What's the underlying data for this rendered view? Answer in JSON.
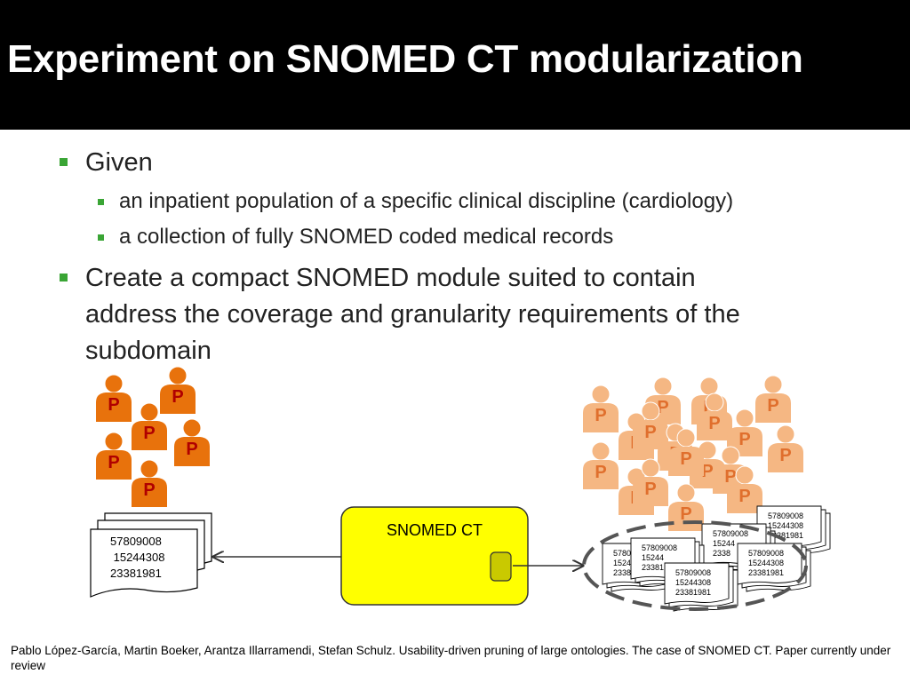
{
  "slide": {
    "title": "Experiment on SNOMED CT modularization",
    "bullets": [
      {
        "text": "Given"
      },
      {
        "text": "an inpatient population of a specific clinical discipline (cardiology)"
      },
      {
        "text": "a collection of fully SNOMED coded medical records"
      },
      {
        "lines": [
          "Create a compact SNOMED module suited to contain",
          "address the coverage and granularity requirements of the",
          "subdomain"
        ]
      }
    ],
    "colors": {
      "bullet": "#3aa535",
      "patient_icon": "#e8720c",
      "patient_faded": "#f5b783",
      "snomed_box": "#ffff00",
      "title_bg": "#000000"
    },
    "footer": "Pablo López-García, Martin Boeker, Arantza Illarramendi, Stefan Schulz. Usability-driven pruning of large ontologies. The case of SNOMED CT. Paper currently under review"
  },
  "diagram": {
    "patient_letter": "P",
    "snomed_label": "SNOMED CT",
    "record_codes": [
      "57809008",
      "15244308",
      "23381981"
    ],
    "record_codes_left_indented": [
      "57809008",
      " 15244308",
      "23381981"
    ],
    "small_record_visible_variants": [
      [
        "5780",
        "1524",
        "2338"
      ],
      [
        "57809008",
        "15244",
        "23381"
      ],
      [
        "57809008",
        "15244",
        "2338"
      ]
    ],
    "icon_names": [
      "person-icon",
      "document-icon",
      "arrow-icon",
      "dashed-ellipse"
    ]
  }
}
